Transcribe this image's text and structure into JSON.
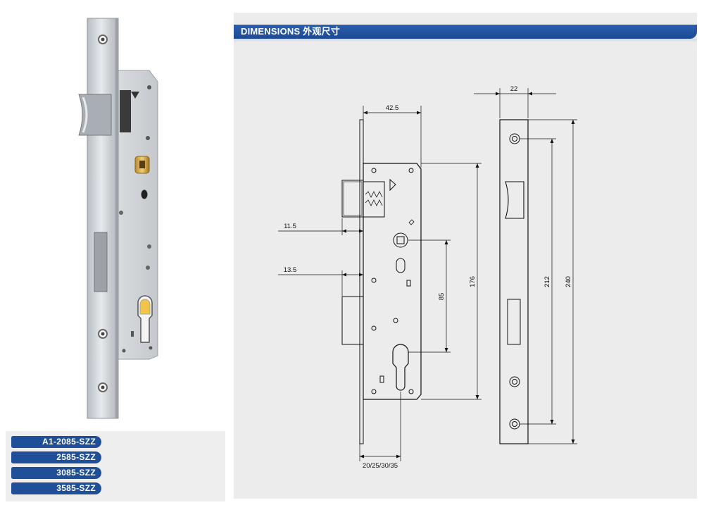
{
  "header": {
    "title": "DIMENSIONS 外观尺寸"
  },
  "models": [
    "A1-2085-SZZ",
    "2585-SZZ",
    "3085-SZZ",
    "3585-SZZ"
  ],
  "dimensions": {
    "case_width": "42.5",
    "faceplate_width": "22",
    "latch_offset": "11.5",
    "bolt_offset": "13.5",
    "center_distance": "85",
    "case_height": "176",
    "screw_distance": "212",
    "faceplate_height": "240",
    "backset": "20/25/30/35"
  },
  "colors": {
    "header_blue": "#1f4f99",
    "panel_grey": "#ececec",
    "steel": "#c9cdd2"
  }
}
